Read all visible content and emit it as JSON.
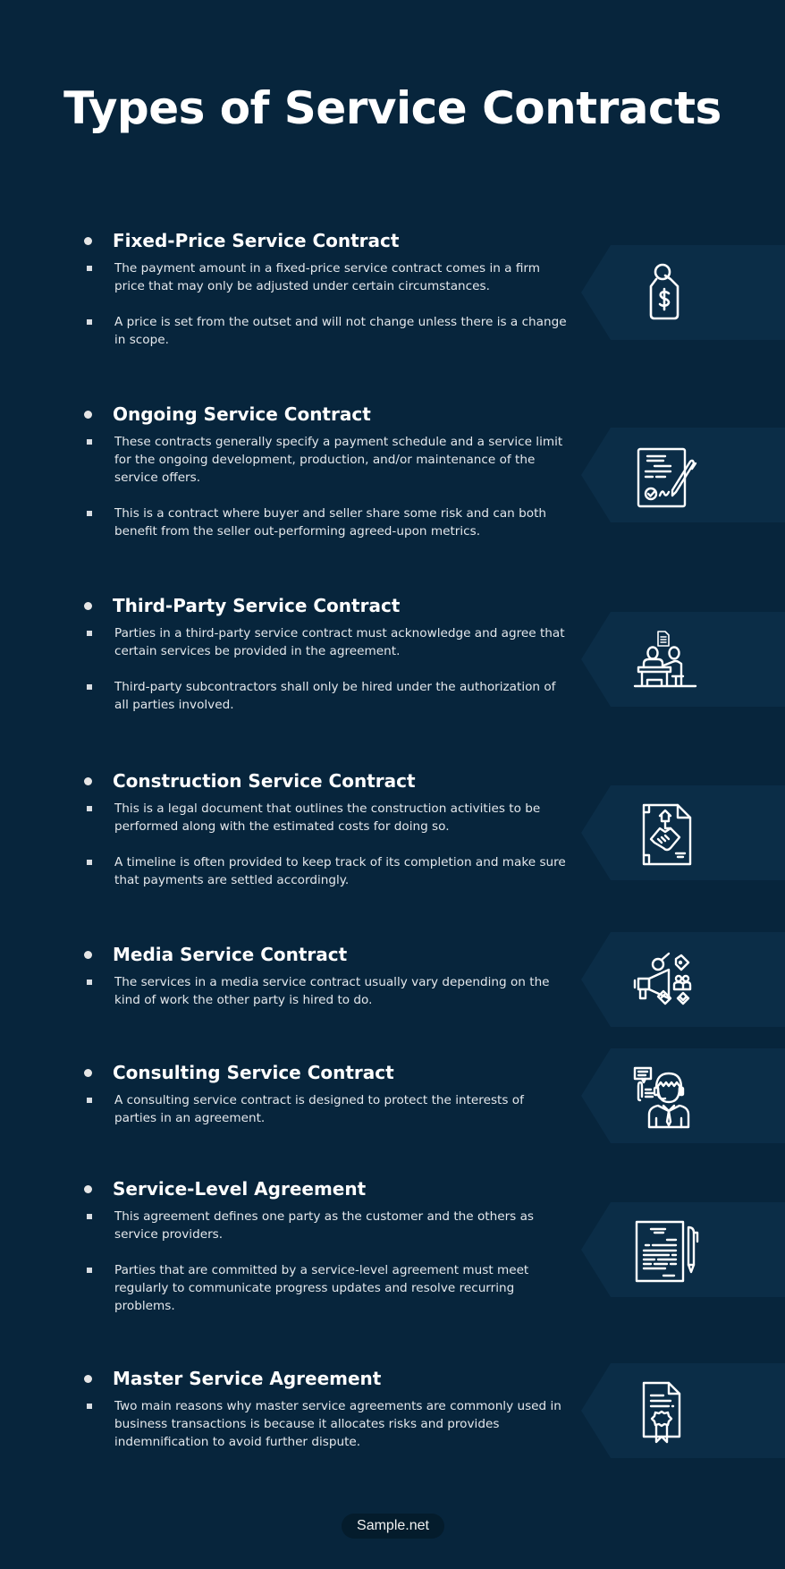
{
  "title": "Types of Service Contracts",
  "colors": {
    "background": "#07253c",
    "panel": "#0b2d47",
    "text": "#ffffff",
    "body_text": "#e4e8ec",
    "footer_bg": "#041c2c"
  },
  "sections": [
    {
      "title": "Fixed-Price Service Contract",
      "icon": "price-tag-dollar-icon",
      "bullets": [
        "The payment amount in a fixed-price service contract comes in a firm price that may only be adjusted under certain circumstances.",
        "A price is set from the outset and will not change unless there is a change in scope."
      ]
    },
    {
      "title": "Ongoing Service Contract",
      "icon": "signed-document-pen-icon",
      "bullets": [
        "These contracts generally specify a payment schedule and a service limit for the ongoing development, production, and/or maintenance of the service offers.",
        "This is a contract where buyer and seller share some risk and can both benefit from the seller out-performing agreed-upon metrics."
      ]
    },
    {
      "title": "Third-Party Service Contract",
      "icon": "meeting-at-desk-icon",
      "bullets": [
        "Parties in a third-party service contract must acknowledge and agree that certain services be provided in the agreement.",
        "Third-party subcontractors shall only be hired under the authorization of all parties involved."
      ]
    },
    {
      "title": "Construction Service Contract",
      "icon": "handshake-house-document-icon",
      "bullets": [
        "This is a legal document that outlines the construction activities to be performed along with the estimated costs for doing so.",
        "A timeline is often provided to keep track of its completion and make sure that payments are settled accordingly."
      ]
    },
    {
      "title": "Media Service Contract",
      "icon": "megaphone-media-icon",
      "bullets": [
        "The services in a media service contract usually vary depending on the kind of work the other party is hired to do."
      ]
    },
    {
      "title": "Consulting Service Contract",
      "icon": "consultant-headset-icon",
      "bullets": [
        "A consulting service contract is designed to protect the interests of parties in an agreement."
      ]
    },
    {
      "title": "Service-Level Agreement",
      "icon": "document-pen-icon",
      "bullets": [
        "This agreement defines one party as the customer and the others as service providers.",
        "Parties that are committed by a service-level agreement must meet regularly to communicate progress updates and resolve recurring problems."
      ]
    },
    {
      "title": "Master Service Agreement",
      "icon": "certificate-document-icon",
      "bullets": [
        "Two main reasons why master service agreements are commonly used in business transactions is because it allocates risks and provides indemnification to avoid further dispute."
      ]
    }
  ],
  "footer": {
    "brand": "Sample.net"
  }
}
